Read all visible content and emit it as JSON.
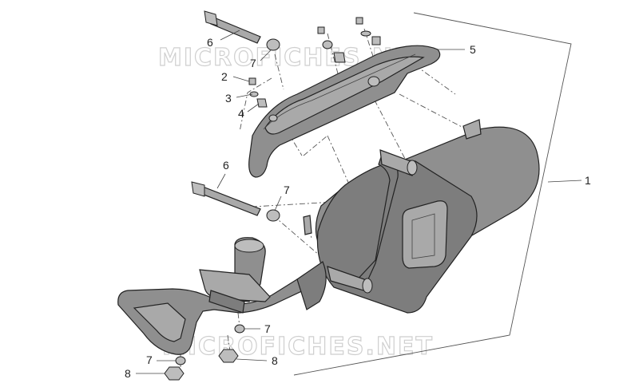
{
  "diagram": {
    "watermark": "MICROFICHES.NET",
    "callouts": {
      "c1": "1",
      "c2": "2",
      "c3": "3",
      "c4": "4",
      "c5": "5",
      "c6a": "6",
      "c6b": "6",
      "c7a": "7",
      "c7b": "7",
      "c7c": "7",
      "c7d": "7",
      "c8a": "8",
      "c8b": "8"
    },
    "colors": {
      "part_fill": "#8f8f8f",
      "outline": "#222222",
      "watermark": "#cfcfcf"
    }
  }
}
